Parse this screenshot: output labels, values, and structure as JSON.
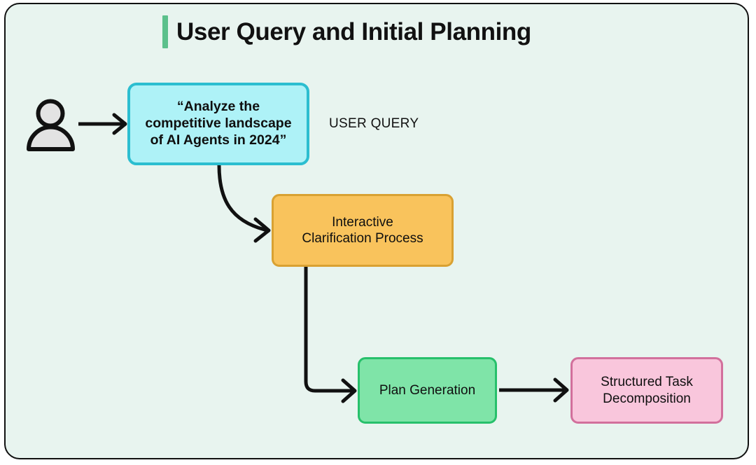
{
  "card": {
    "background": "#e8f4ef",
    "border_color": "#111111"
  },
  "header": {
    "title": "User Query and Initial Planning",
    "accent_color": "#5cc08c"
  },
  "actor": {
    "icon": "user-person-icon",
    "fill": "#e3e3e3",
    "stroke": "#111111"
  },
  "nodes": [
    {
      "id": "user-query",
      "label": "“Analyze the\ncompetitive landscape\nof AI Agents in 2024”",
      "fill": "#aef2f7",
      "border": "#2cbed0"
    },
    {
      "id": "interactive-clarification-process",
      "label": "Interactive\nClarification Process",
      "fill": "#f9c35c",
      "border": "#d9a132"
    },
    {
      "id": "plan-generation",
      "label": "Plan Generation",
      "fill": "#7fe4a8",
      "border": "#27c06b"
    },
    {
      "id": "structured-task-decomposition",
      "label": "Structured Task\nDecomposition",
      "fill": "#f9c6dc",
      "border": "#d2709c"
    }
  ],
  "annotations": {
    "user_query_caption": "USER QUERY"
  },
  "connectors": [
    {
      "id": "person-to-query",
      "type": "straight-arrow"
    },
    {
      "id": "query-to-clarification",
      "type": "curved-arrow"
    },
    {
      "id": "clarification-to-plan",
      "type": "elbow-arrow"
    },
    {
      "id": "plan-to-decomposition",
      "type": "straight-arrow"
    }
  ]
}
